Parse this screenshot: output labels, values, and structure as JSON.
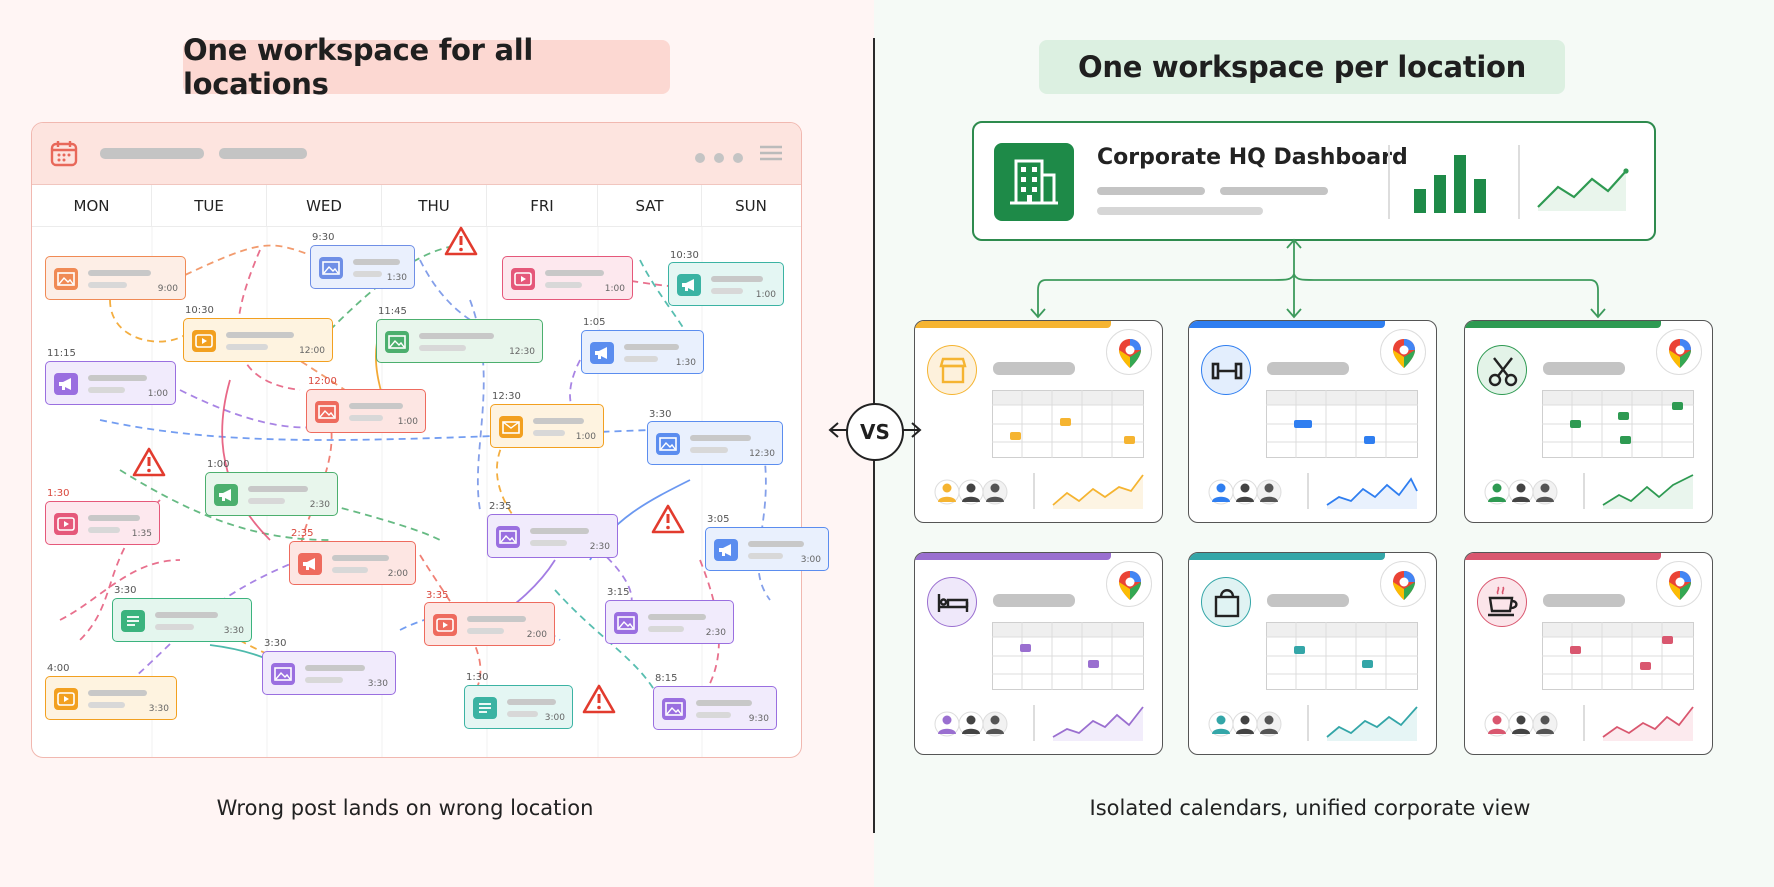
{
  "left": {
    "title": "One workspace for all locations",
    "caption": "Wrong post lands on wrong location",
    "days": [
      "MON",
      "TUE",
      "WED",
      "THU",
      "FRI",
      "SAT",
      "SUN"
    ],
    "posts": [
      {
        "color": "#f08a55",
        "bg": "#fdeee6",
        "icon": "image-icon",
        "time": "",
        "due": "9:00"
      },
      {
        "color": "#6f8fe6",
        "bg": "#eaf0fd",
        "icon": "image-icon",
        "time": "9:30",
        "due": "1:30"
      },
      {
        "color": "#e5587a",
        "bg": "#fde8ee",
        "icon": "video-icon",
        "time": "",
        "due": "1:00"
      },
      {
        "color": "#3bb3a3",
        "bg": "#e4f6f3",
        "icon": "megaphone-icon",
        "time": "10:30",
        "due": "1:00"
      },
      {
        "color": "#f2a020",
        "bg": "#fef3e0",
        "icon": "video-icon",
        "time": "10:30",
        "due": "12:00"
      },
      {
        "color": "#4caf6e",
        "bg": "#e8f6ec",
        "icon": "image-icon",
        "time": "11:45",
        "due": "12:30"
      },
      {
        "color": "#5b8def",
        "bg": "#e9f0fd",
        "icon": "megaphone-icon",
        "time": "1:05",
        "due": "1:30"
      },
      {
        "color": "#9a6fe0",
        "bg": "#f1ebfc",
        "icon": "megaphone-icon",
        "time": "11:15",
        "due": "1:00"
      },
      {
        "color": "#ee6b5e",
        "bg": "#fde6e3",
        "icon": "image-icon",
        "time": "12:00",
        "due": "1:00"
      },
      {
        "color": "#f2a020",
        "bg": "#fef3e0",
        "icon": "mail-icon",
        "time": "12:30",
        "due": "1:00"
      },
      {
        "color": "#5b8def",
        "bg": "#e9f0fd",
        "icon": "image-icon",
        "time": "3:30",
        "due": "12:30"
      },
      {
        "color": "#4caf6e",
        "bg": "#e8f6ec",
        "icon": "megaphone-icon",
        "time": "1:00",
        "due": "2:30"
      },
      {
        "color": "#e5587a",
        "bg": "#fde8ee",
        "icon": "video-icon",
        "time": "1:30",
        "due": "1:35"
      },
      {
        "color": "#9a6fe0",
        "bg": "#f1ebfc",
        "icon": "image-icon",
        "time": "2:35",
        "due": "2:30"
      },
      {
        "color": "#5b8def",
        "bg": "#e9f0fd",
        "icon": "megaphone-icon",
        "time": "3:05",
        "due": "3:00"
      },
      {
        "color": "#ee6b5e",
        "bg": "#fde6e3",
        "icon": "megaphone-icon",
        "time": "2:35",
        "due": "2:00"
      },
      {
        "color": "#3bb37e",
        "bg": "#e4f6ee",
        "icon": "document-icon",
        "time": "3:30",
        "due": "3:30"
      },
      {
        "color": "#ee6b5e",
        "bg": "#fde6e3",
        "icon": "video-icon",
        "time": "3:35",
        "due": "2:00"
      },
      {
        "color": "#9a6fe0",
        "bg": "#f1ebfc",
        "icon": "image-icon",
        "time": "3:15",
        "due": "2:30"
      },
      {
        "color": "#9a6fe0",
        "bg": "#f1ebfc",
        "icon": "image-icon",
        "time": "3:30",
        "due": "3:30"
      },
      {
        "color": "#f2a020",
        "bg": "#fef3e0",
        "icon": "video-icon",
        "time": "4:00",
        "due": "3:30"
      },
      {
        "color": "#3bb3a3",
        "bg": "#e4f6f3",
        "icon": "document-icon",
        "time": "1:30",
        "due": "3:00"
      },
      {
        "color": "#9a6fe0",
        "bg": "#f1ebfc",
        "icon": "image-icon",
        "time": "8:15",
        "due": "9:30"
      }
    ]
  },
  "vs": "VS",
  "right": {
    "title": "One workspace per location",
    "caption": "Isolated calendars, unified corporate view",
    "hq_title": "Corporate HQ Dashboard",
    "hq_color": "#1e8a48",
    "locations": [
      {
        "icon": "storefront-icon",
        "color": "#f5b431",
        "light": "#fdf1dc"
      },
      {
        "icon": "dumbbell-icon",
        "color": "#2f7ef0",
        "light": "#e3eefd"
      },
      {
        "icon": "scissors-icon",
        "color": "#2e9a52",
        "light": "#e3f3e8"
      },
      {
        "icon": "bed-icon",
        "color": "#9a6fd0",
        "light": "#efe8fa"
      },
      {
        "icon": "shopping-bag-icon",
        "color": "#34a6a8",
        "light": "#e0f3f3"
      },
      {
        "icon": "coffee-cup-icon",
        "color": "#d9576f",
        "light": "#fbe5ea"
      }
    ]
  }
}
